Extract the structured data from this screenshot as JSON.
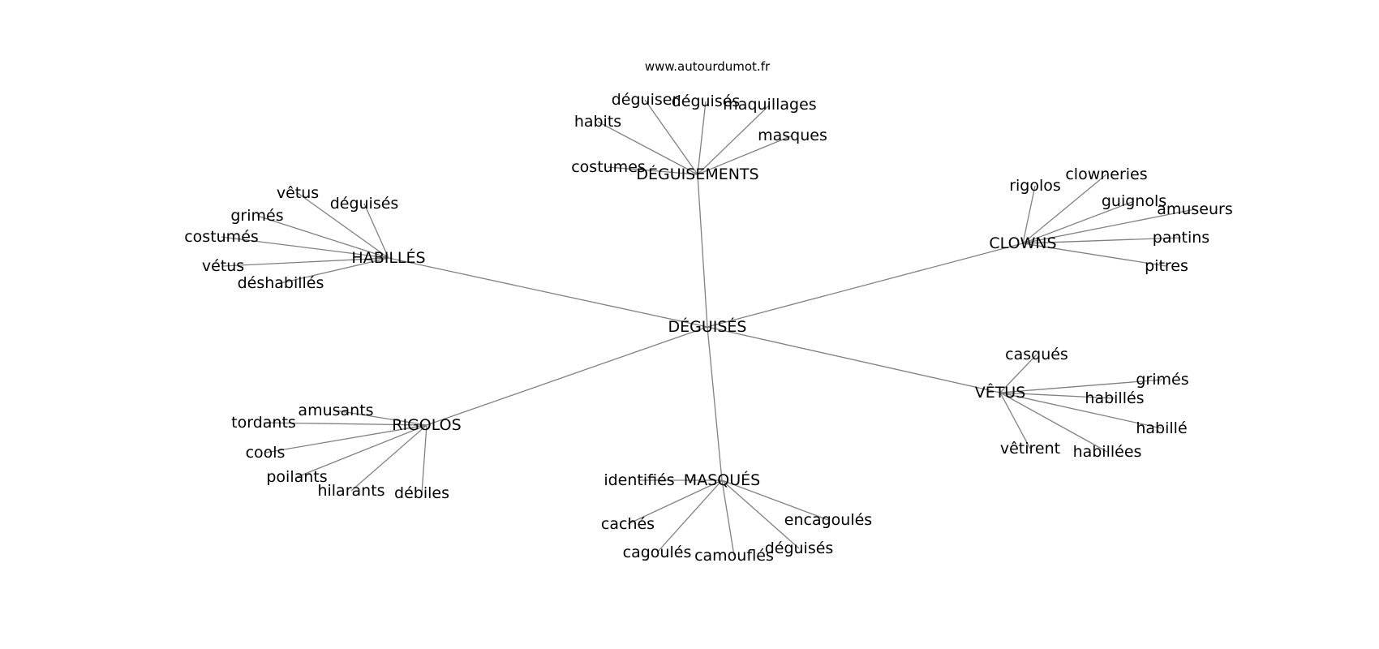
{
  "watermark": "www.autourdumot.fr",
  "colors": {
    "edge": "#808080",
    "text": "#000000",
    "background": "#ffffff"
  },
  "center": {
    "id": "center",
    "label": "DÉGUISÉS"
  },
  "groups": [
    {
      "id": "deguisements",
      "label": "DÉGUISEMENTS",
      "leaves": [
        {
          "id": "deguisements-deguiser",
          "label": "déguiser"
        },
        {
          "id": "deguisements-deguises",
          "label": "déguisés"
        },
        {
          "id": "deguisements-maquillages",
          "label": "maquillages"
        },
        {
          "id": "deguisements-habits",
          "label": "habits"
        },
        {
          "id": "deguisements-masques",
          "label": "masques"
        },
        {
          "id": "deguisements-costumes",
          "label": "costumes"
        }
      ]
    },
    {
      "id": "habilles",
      "label": "HABILLÉS",
      "leaves": [
        {
          "id": "habilles-vetus-1",
          "label": "vêtus"
        },
        {
          "id": "habilles-deguises",
          "label": "déguisés"
        },
        {
          "id": "habilles-grimes",
          "label": "grimés"
        },
        {
          "id": "habilles-costumes",
          "label": "costumés"
        },
        {
          "id": "habilles-vetus-2",
          "label": "vétus"
        },
        {
          "id": "habilles-deshabilles",
          "label": "déshabillés"
        }
      ]
    },
    {
      "id": "clowns",
      "label": "CLOWNS",
      "leaves": [
        {
          "id": "clowns-clowneries",
          "label": "clowneries"
        },
        {
          "id": "clowns-rigolos",
          "label": "rigolos"
        },
        {
          "id": "clowns-guignols",
          "label": "guignols"
        },
        {
          "id": "clowns-amuseurs",
          "label": "amuseurs"
        },
        {
          "id": "clowns-pantins",
          "label": "pantins"
        },
        {
          "id": "clowns-pitres",
          "label": "pitres"
        }
      ]
    },
    {
      "id": "vetus",
      "label": "VÊTUS",
      "leaves": [
        {
          "id": "vetus-casques",
          "label": "casqués"
        },
        {
          "id": "vetus-grimes",
          "label": "grimés"
        },
        {
          "id": "vetus-habilles",
          "label": "habillés"
        },
        {
          "id": "vetus-habille",
          "label": "habillé"
        },
        {
          "id": "vetus-vetirent",
          "label": "vêtirent"
        },
        {
          "id": "vetus-habillees",
          "label": "habillées"
        }
      ]
    },
    {
      "id": "rigolos",
      "label": "RIGOLOS",
      "leaves": [
        {
          "id": "rigolos-amusants",
          "label": "amusants"
        },
        {
          "id": "rigolos-tordants",
          "label": "tordants"
        },
        {
          "id": "rigolos-cools",
          "label": "cools"
        },
        {
          "id": "rigolos-poilants",
          "label": "poilants"
        },
        {
          "id": "rigolos-hilarants",
          "label": "hilarants"
        },
        {
          "id": "rigolos-debiles",
          "label": "débiles"
        }
      ]
    },
    {
      "id": "masques",
      "label": "MASQUÉS",
      "leaves": [
        {
          "id": "masques-identifies",
          "label": "identifiés"
        },
        {
          "id": "masques-caches",
          "label": "cachés"
        },
        {
          "id": "masques-cagoules",
          "label": "cagoulés"
        },
        {
          "id": "masques-camoufles",
          "label": "camouflés"
        },
        {
          "id": "masques-deguises",
          "label": "déguisés"
        },
        {
          "id": "masques-encagoules",
          "label": "encagoulés"
        }
      ]
    }
  ]
}
